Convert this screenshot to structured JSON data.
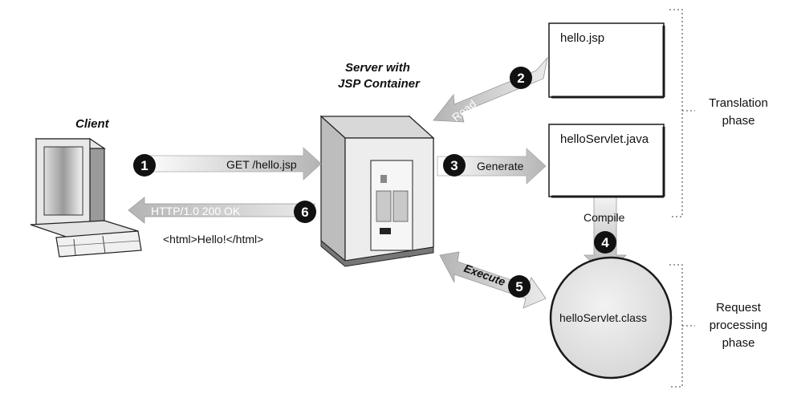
{
  "labels": {
    "client": "Client",
    "server_line1": "Server with",
    "server_line2": "JSP Container"
  },
  "files": {
    "jsp": "hello.jsp",
    "java": "helloServlet.java",
    "class": "helloServlet.class"
  },
  "arrows": {
    "get": "GET /hello.jsp",
    "response": "HTTP/1.0 200 OK",
    "response_body": "<html>Hello!</html>",
    "read": "Read",
    "generate": "Generate",
    "compile": "Compile",
    "execute": "Execute"
  },
  "steps": [
    "1",
    "2",
    "3",
    "4",
    "5",
    "6"
  ],
  "phases": {
    "translation_line1": "Translation",
    "translation_line2": "phase",
    "request_line1": "Request",
    "request_line2": "processing",
    "request_line3": "phase"
  },
  "colors": {
    "arrow_light": "#e2e2e2",
    "arrow_dark": "#b9b9b9",
    "badge": "#111111",
    "box_border": "#1a1a1a"
  }
}
